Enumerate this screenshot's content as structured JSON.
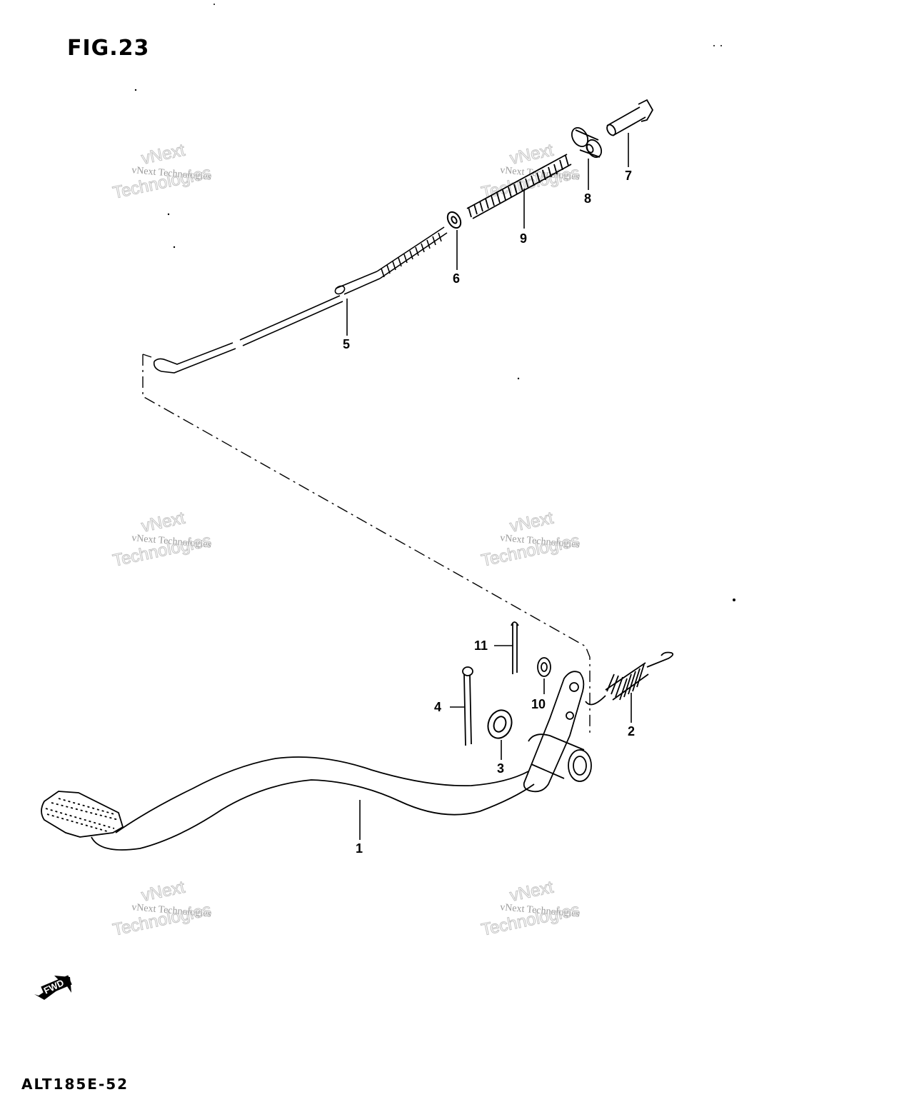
{
  "figure": {
    "title": "FIG.23",
    "footer_code": "ALT185E-52"
  },
  "fwd_arrow": {
    "label": "FWD"
  },
  "watermark": {
    "line1": "vNext Technologies",
    "line2": "vNext",
    "line3": "Technologies"
  },
  "callouts": [
    {
      "id": "1",
      "part": "pedal-arm"
    },
    {
      "id": "2",
      "part": "return-spring"
    },
    {
      "id": "3",
      "part": "washer"
    },
    {
      "id": "4",
      "part": "cotter-pin"
    },
    {
      "id": "5",
      "part": "brake-rod"
    },
    {
      "id": "6",
      "part": "washer"
    },
    {
      "id": "7",
      "part": "clevis-pin"
    },
    {
      "id": "8",
      "part": "joint"
    },
    {
      "id": "9",
      "part": "spring"
    },
    {
      "id": "10",
      "part": "washer"
    },
    {
      "id": "11",
      "part": "cotter-pin"
    }
  ]
}
